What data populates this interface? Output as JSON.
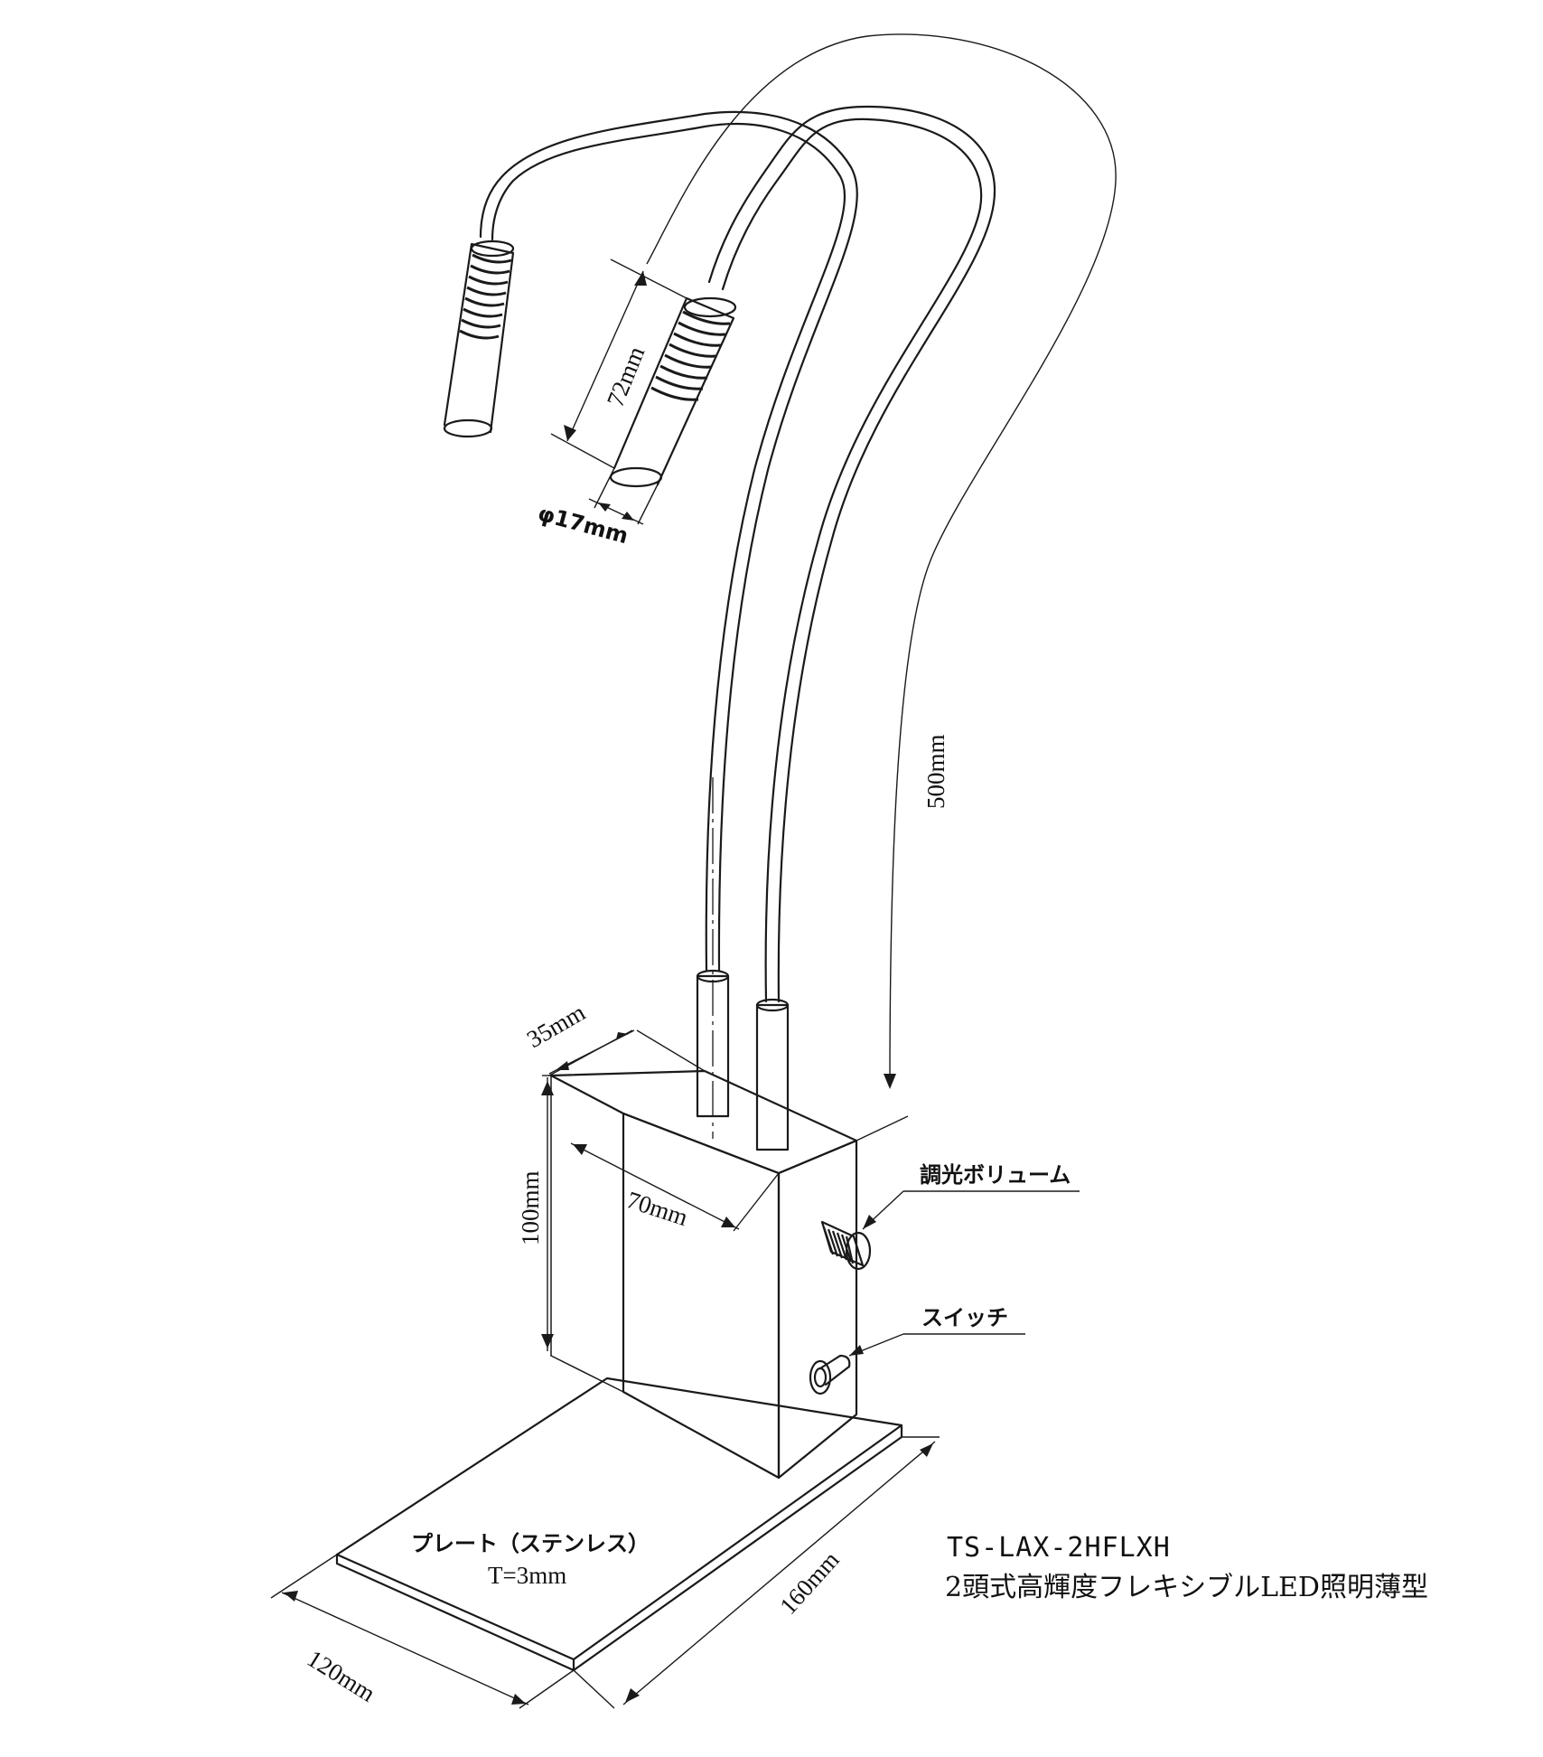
{
  "product": {
    "model": "TS-LAX-2HFLXH",
    "description": "2頭式高輝度フレキシブルLED照明薄型"
  },
  "dimensions": {
    "head_length": "72mm",
    "head_diameter": "φ17mm",
    "arm_length": "500mm",
    "box_depth": "35mm",
    "box_height": "100mm",
    "box_width": "70mm",
    "plate_width": "120mm",
    "plate_length": "160mm"
  },
  "callouts": {
    "dimmer": "調光ボリューム",
    "switch": "スイッチ"
  },
  "plate": {
    "label": "プレート（ステンレス）",
    "thickness": "T=3mm"
  }
}
